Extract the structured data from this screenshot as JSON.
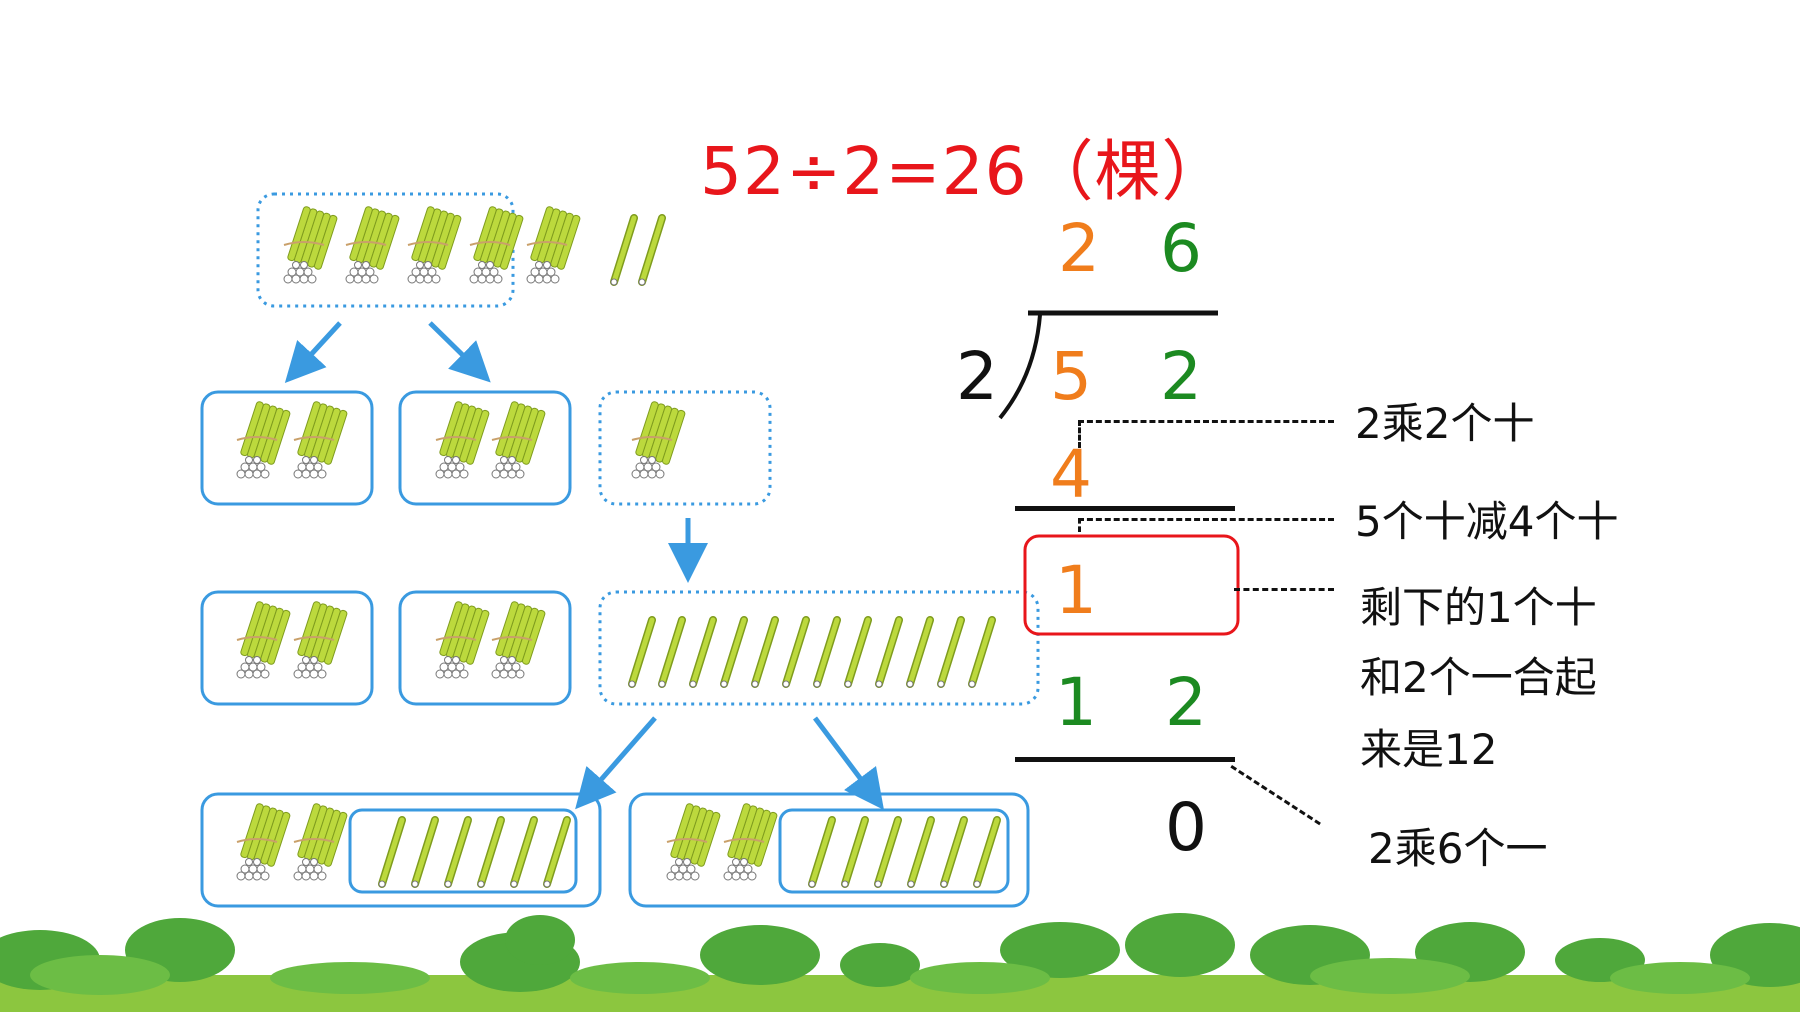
{
  "equation": "52÷2=26（棵）",
  "division": {
    "divisor": "2",
    "quotient": [
      "2",
      "6"
    ],
    "dividend": [
      "5",
      "2"
    ],
    "step1": "4",
    "remainder1": "1",
    "step2": [
      "1",
      "2"
    ],
    "final": "0"
  },
  "notes": {
    "n1": "2乘2个十",
    "n2": "5个十减4个十",
    "n3_line1": "剩下的1个十",
    "n3_line2": "和2个一合起",
    "n3_line3": "来是12",
    "n4": "2乘6个一"
  },
  "colors": {
    "title": "#e8161b",
    "tens": "#f07d1c",
    "ones": "#1c8a21",
    "box": "#3a9ae0",
    "stick": "#b7d63a"
  }
}
